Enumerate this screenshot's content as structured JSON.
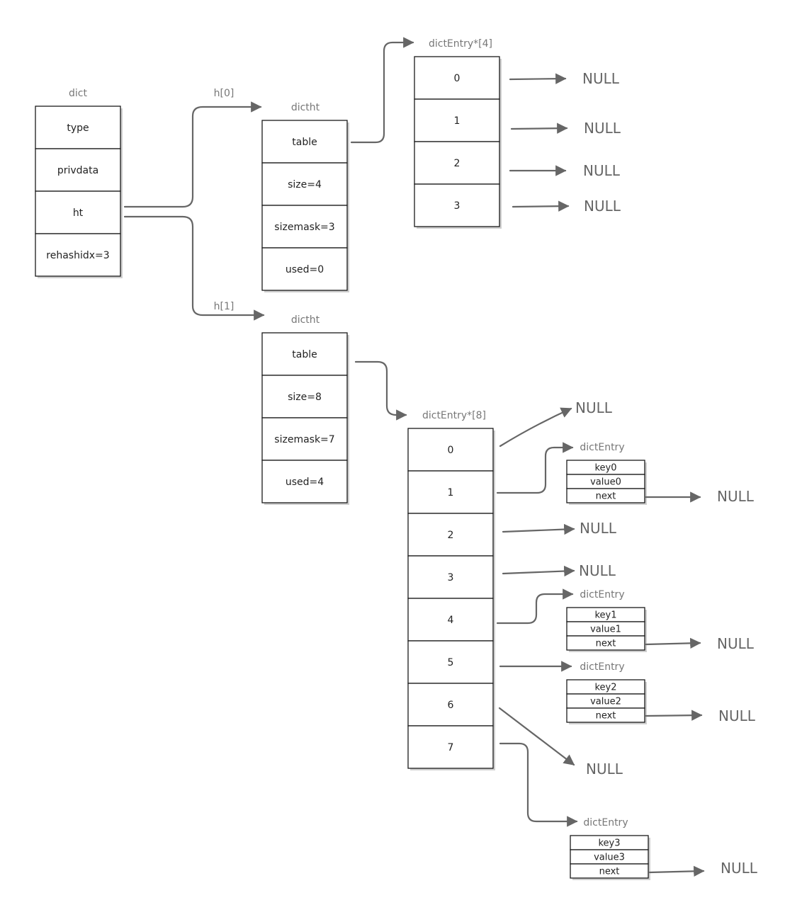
{
  "dict": {
    "label": "dict",
    "fields": [
      "type",
      "privdata",
      "ht",
      "rehashidx=3"
    ]
  },
  "h0": {
    "edge_label": "h[0]",
    "label": "dictht",
    "fields": [
      "table",
      "size=4",
      "sizemask=3",
      "used=0"
    ],
    "array": {
      "label": "dictEntry*[4]",
      "slots": [
        "0",
        "1",
        "2",
        "3"
      ]
    }
  },
  "h1": {
    "edge_label": "h[1]",
    "label": "dictht",
    "fields": [
      "table",
      "size=8",
      "sizemask=7",
      "used=4"
    ],
    "array": {
      "label": "dictEntry*[8]",
      "slots": [
        "0",
        "1",
        "2",
        "3",
        "4",
        "5",
        "6",
        "7"
      ]
    }
  },
  "null_text": "NULL",
  "entry_label": "dictEntry",
  "entries": [
    {
      "slot": "1",
      "key": "key0",
      "value": "value0",
      "next": "next"
    },
    {
      "slot": "4",
      "key": "key1",
      "value": "value1",
      "next": "next"
    },
    {
      "slot": "5",
      "key": "key2",
      "value": "value2",
      "next": "next"
    },
    {
      "slot": "7",
      "key": "key3",
      "value": "value3",
      "next": "next"
    }
  ]
}
